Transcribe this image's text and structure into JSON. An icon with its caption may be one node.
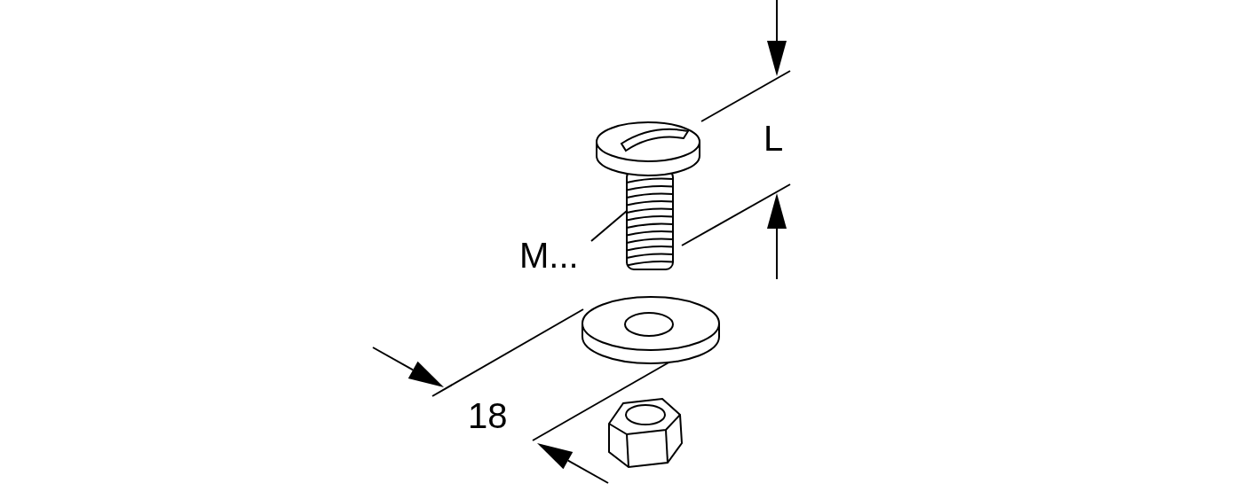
{
  "diagram": {
    "nodes": [
      {
        "text": [
          "M..."
        ]
      },
      {
        "text": [],
        "shape": "picture"
      }
    ],
    "edges": [
      {
        "from": 0,
        "to": 1,
        "arrow": "none"
      }
    ],
    "labels": [
      "L",
      "18"
    ]
  }
}
